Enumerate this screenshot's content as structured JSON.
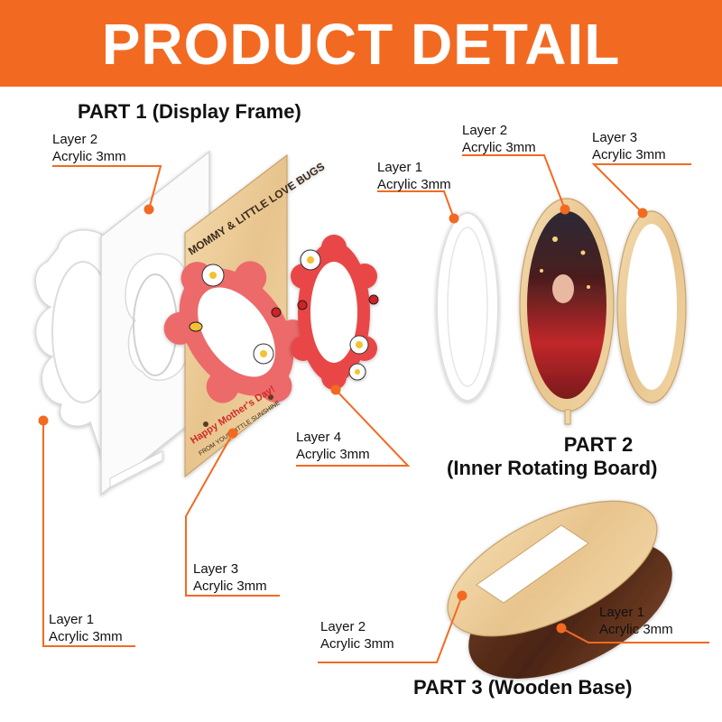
{
  "banner": {
    "title": "PRODUCT DETAIL",
    "color": "#f26a21"
  },
  "accent_color": "#f26a21",
  "part1": {
    "title": "PART 1 (Display Frame)",
    "layer2": {
      "name": "Layer 2",
      "spec": "Acrylic 3mm"
    },
    "layer1": {
      "name": "Layer 1",
      "spec": "Acrylic 3mm"
    },
    "layer3": {
      "name": "Layer 3",
      "spec": "Acrylic 3mm"
    },
    "layer4": {
      "name": "Layer 4",
      "spec": "Acrylic 3mm"
    },
    "board_text": {
      "headline": "MOMMY & LITTLE LOVE BUGS",
      "message": "Happy Mother's Day!",
      "subline": "FROM YOUR LITTLE SUNSHINE"
    }
  },
  "part2": {
    "title_line1": "PART 2",
    "title_line2": "(Inner Rotating Board)",
    "layer1": {
      "name": "Layer 1",
      "spec": "Acrylic 3mm"
    },
    "layer2": {
      "name": "Layer 2",
      "spec": "Acrylic 3mm"
    },
    "layer3": {
      "name": "Layer 3",
      "spec": "Acrylic 3mm"
    }
  },
  "part3": {
    "title": "PART 3 (Wooden Base)",
    "layer2": {
      "name": "Layer 2",
      "spec": "Acrylic 3mm"
    },
    "layer1": {
      "name": "Layer 1",
      "spec": "Acrylic 3mm"
    }
  }
}
